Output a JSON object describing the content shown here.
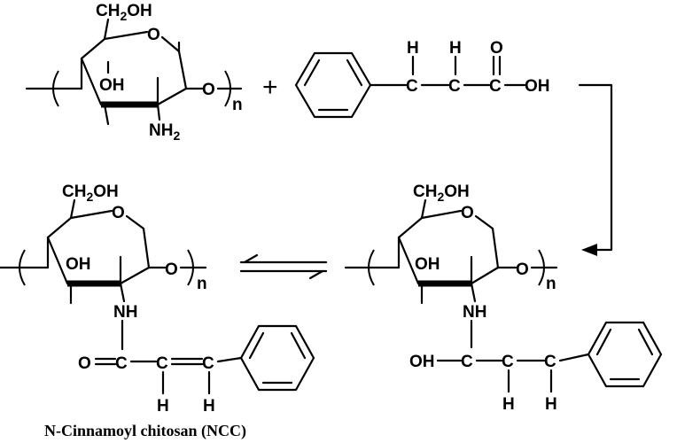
{
  "plus": "+",
  "product_caption": "N-Cinnamoyl chitosan (NCC)",
  "atoms": {
    "ch2oh": "CH2OH",
    "oh": "OH",
    "o": "O",
    "n": "n",
    "nh2": "NH2",
    "nh": "NH",
    "h": "H",
    "c": "C",
    "cooh_o": "O",
    "cooh_oh": "OH"
  }
}
